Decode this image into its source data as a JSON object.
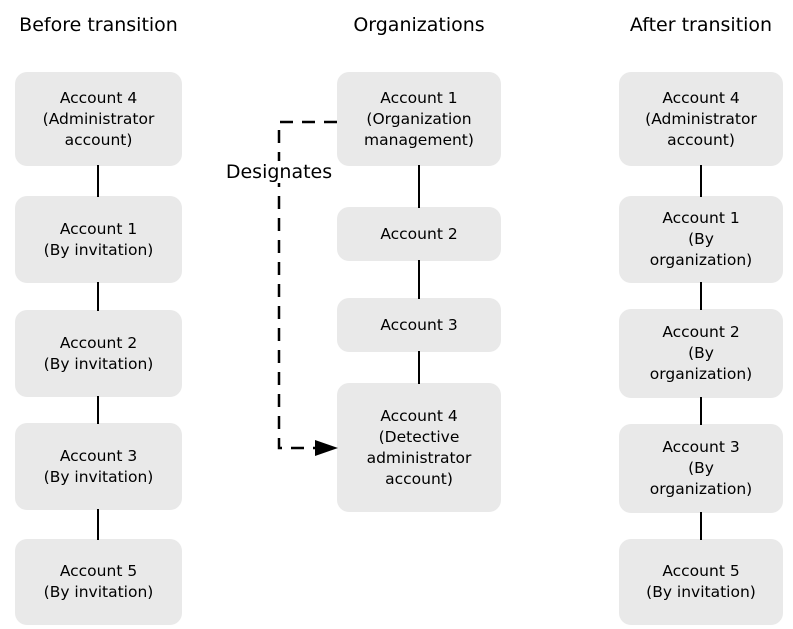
{
  "diagram": {
    "columns": [
      {
        "heading": "Before transition",
        "boxes": [
          {
            "text": "Account 4\n(Administrator\naccount)"
          },
          {
            "text": "Account 1\n(By invitation)"
          },
          {
            "text": "Account 2\n(By invitation)"
          },
          {
            "text": "Account 3\n(By invitation)"
          },
          {
            "text": "Account 5\n(By invitation)"
          }
        ]
      },
      {
        "heading": "Organizations",
        "boxes": [
          {
            "text": "Account 1\n(Organization\nmanagement)"
          },
          {
            "text": "Account 2"
          },
          {
            "text": "Account 3"
          },
          {
            "text": "Account 4\n(Detective\nadministrator\naccount)"
          }
        ]
      },
      {
        "heading": "After transition",
        "boxes": [
          {
            "text": "Account 4\n(Administrator\naccount)"
          },
          {
            "text": "Account 1\n(By\norganization)"
          },
          {
            "text": "Account 2\n(By\norganization)"
          },
          {
            "text": "Account 3\n(By\norganization)"
          },
          {
            "text": "Account 5\n(By invitation)"
          }
        ]
      }
    ],
    "designates_label": "Designates",
    "colors": {
      "box_fill": "#e9e9e9",
      "line": "#000000",
      "text": "#000000",
      "background": "#ffffff"
    }
  }
}
